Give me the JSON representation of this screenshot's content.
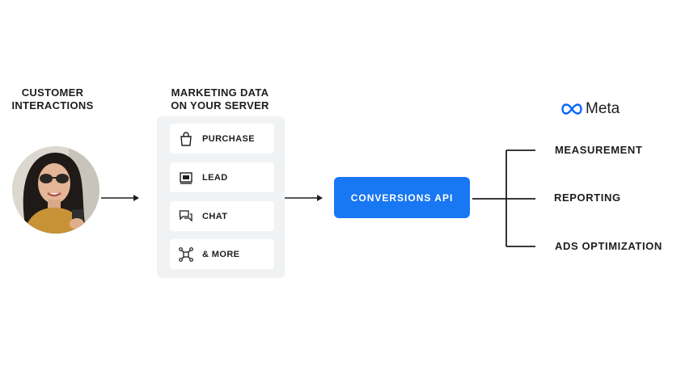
{
  "customer": {
    "heading_line1": "CUSTOMER",
    "heading_line2": "INTERACTIONS"
  },
  "marketing": {
    "heading_line1": "MARKETING DATA",
    "heading_line2": "ON YOUR SERVER",
    "items": [
      {
        "label": "PURCHASE",
        "icon": "shopping-bag-icon"
      },
      {
        "label": "LEAD",
        "icon": "lead-form-icon"
      },
      {
        "label": "CHAT",
        "icon": "chat-bubbles-icon"
      },
      {
        "label": "& MORE",
        "icon": "network-nodes-icon"
      }
    ]
  },
  "api": {
    "label": "CONVERSIONS API",
    "color": "#1877f2"
  },
  "brand": {
    "name": "Meta",
    "color": "#0866ff"
  },
  "outputs": [
    {
      "label": "MEASUREMENT"
    },
    {
      "label": "REPORTING"
    },
    {
      "label": "ADS OPTIMIZATION"
    }
  ]
}
